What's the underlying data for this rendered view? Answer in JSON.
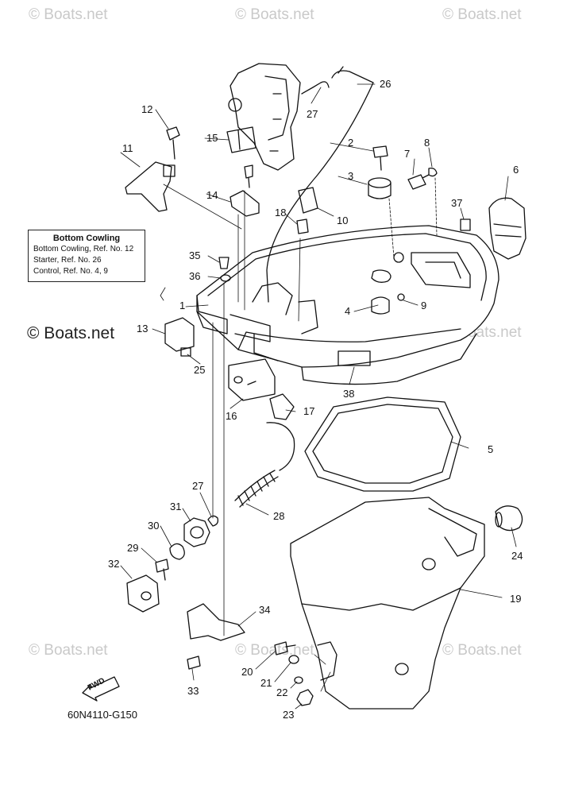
{
  "watermarks": {
    "brand": "© Boats.net",
    "main": "© Boats.net"
  },
  "reference_box": {
    "title": "Bottom Cowling",
    "rows": [
      "Bottom Cowling,   Ref. No. 12",
      "Starter,   Ref. No. 26",
      "Control,   Ref. No. 4, 9"
    ]
  },
  "diagram_code": "60N4110-G150",
  "fwd_label": "FWD",
  "callouts": {
    "c1": "1",
    "c2": "2",
    "c3": "3",
    "c4": "4",
    "c5": "5",
    "c6": "6",
    "c7": "7",
    "c8": "8",
    "c9": "9",
    "c10": "10",
    "c11": "11",
    "c12": "12",
    "c13": "13",
    "c14": "14",
    "c15": "15",
    "c16": "16",
    "c17": "17",
    "c18": "18",
    "c19": "19",
    "c20": "20",
    "c21": "21",
    "c22": "22",
    "c23": "23",
    "c24": "24",
    "c25": "25",
    "c26": "26",
    "c27a": "27",
    "c27b": "27",
    "c28": "28",
    "c29": "29",
    "c30": "30",
    "c31": "31",
    "c32": "32",
    "c33": "33",
    "c34": "34",
    "c35": "35",
    "c36": "36",
    "c37": "37",
    "c38": "38"
  }
}
